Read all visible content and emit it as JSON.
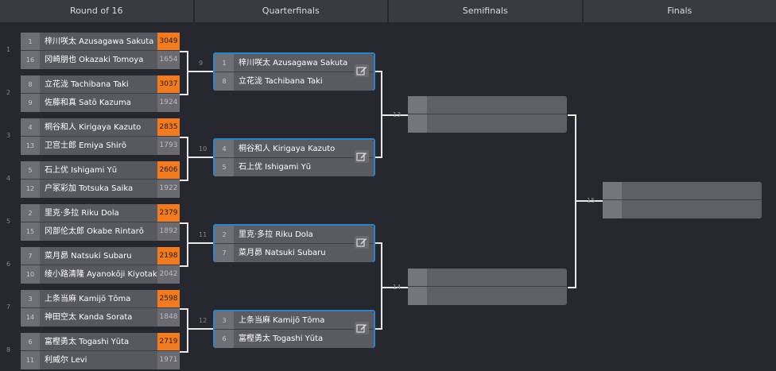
{
  "headers": [
    "Round of 16",
    "Quarterfinals",
    "Semifinals",
    "Finals"
  ],
  "colors": {
    "winner_score": "#f07b20",
    "qf_border": "#2a86c9"
  },
  "r16": [
    {
      "num": "1",
      "p": [
        {
          "seed": "1",
          "name": "梓川咲太 Azusagawa Sakuta",
          "score": "3049",
          "win": true
        },
        {
          "seed": "16",
          "name": "冈崎朋也 Okazaki Tomoya",
          "score": "1654",
          "win": false
        }
      ]
    },
    {
      "num": "2",
      "p": [
        {
          "seed": "8",
          "name": "立花泷 Tachibana Taki",
          "score": "3037",
          "win": true
        },
        {
          "seed": "9",
          "name": "佐藤和真 Satō Kazuma",
          "score": "1924",
          "win": false
        }
      ]
    },
    {
      "num": "3",
      "p": [
        {
          "seed": "4",
          "name": "桐谷和人 Kirigaya Kazuto",
          "score": "2835",
          "win": true
        },
        {
          "seed": "13",
          "name": "卫宫士郎 Emiya Shirō",
          "score": "1793",
          "win": false
        }
      ]
    },
    {
      "num": "4",
      "p": [
        {
          "seed": "5",
          "name": "石上优 Ishigami Yū",
          "score": "2606",
          "win": true
        },
        {
          "seed": "12",
          "name": "户冢彩加 Totsuka Saika",
          "score": "1922",
          "win": false
        }
      ]
    },
    {
      "num": "5",
      "p": [
        {
          "seed": "2",
          "name": "里克·多拉 Riku Dola",
          "score": "2379",
          "win": true
        },
        {
          "seed": "15",
          "name": "冈部伦太郎 Okabe Rintarō",
          "score": "1892",
          "win": false
        }
      ]
    },
    {
      "num": "6",
      "p": [
        {
          "seed": "7",
          "name": "菜月昴 Natsuki Subaru",
          "score": "2198",
          "win": true
        },
        {
          "seed": "10",
          "name": "绫小路清隆 Ayanokōji Kiyotaka",
          "score": "2042",
          "win": false
        }
      ]
    },
    {
      "num": "7",
      "p": [
        {
          "seed": "3",
          "name": "上条当麻 Kamijō Tōma",
          "score": "2598",
          "win": true
        },
        {
          "seed": "14",
          "name": "神田空太 Kanda Sorata",
          "score": "1848",
          "win": false
        }
      ]
    },
    {
      "num": "8",
      "p": [
        {
          "seed": "6",
          "name": "富樫勇太 Togashi Yūta",
          "score": "2719",
          "win": true
        },
        {
          "seed": "11",
          "name": "利威尔 Levi",
          "score": "1971",
          "win": false
        }
      ]
    }
  ],
  "qf": [
    {
      "num": "9",
      "p": [
        {
          "seed": "1",
          "name": "梓川咲太 Azusagawa Sakuta"
        },
        {
          "seed": "8",
          "name": "立花泷 Tachibana Taki"
        }
      ]
    },
    {
      "num": "10",
      "p": [
        {
          "seed": "4",
          "name": "桐谷和人 Kirigaya Kazuto"
        },
        {
          "seed": "5",
          "name": "石上优 Ishigami Yū"
        }
      ]
    },
    {
      "num": "11",
      "p": [
        {
          "seed": "2",
          "name": "里克·多拉 Riku Dola"
        },
        {
          "seed": "7",
          "name": "菜月昴 Natsuki Subaru"
        }
      ]
    },
    {
      "num": "12",
      "p": [
        {
          "seed": "3",
          "name": "上条当麻 Kamijō Tōma"
        },
        {
          "seed": "6",
          "name": "富樫勇太 Togashi Yūta"
        }
      ]
    }
  ],
  "sf": [
    {
      "num": "13"
    },
    {
      "num": "14"
    }
  ],
  "final": {
    "num": "15"
  }
}
